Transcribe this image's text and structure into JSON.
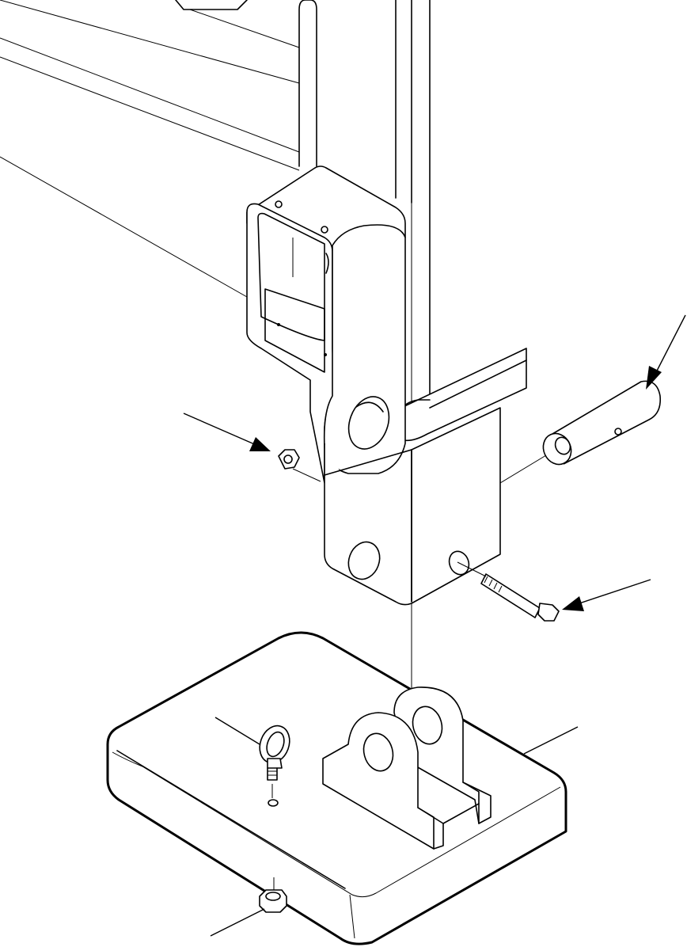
{
  "drawing": {
    "type": "exploded-parts-illustration",
    "background": "#ffffff",
    "line_color": "#000000",
    "parts": [
      {
        "name": "frame-upright"
      },
      {
        "name": "crossbar-tubes"
      },
      {
        "name": "bracket-clamp"
      },
      {
        "name": "lower-socket"
      },
      {
        "name": "pivot-pin"
      },
      {
        "name": "lock-nut"
      },
      {
        "name": "hex-bolt"
      },
      {
        "name": "base-plate"
      },
      {
        "name": "clevis-lugs"
      },
      {
        "name": "eye-bolt"
      },
      {
        "name": "bottom-nut"
      }
    ],
    "callouts": [
      {
        "name": "callout-pin",
        "arrow": true
      },
      {
        "name": "callout-lock-nut",
        "arrow": true
      },
      {
        "name": "callout-hex-bolt",
        "arrow": true
      },
      {
        "name": "callout-base-plate",
        "arrow": false
      },
      {
        "name": "callout-eye-bolt",
        "arrow": false
      },
      {
        "name": "callout-bottom-nut",
        "arrow": false
      }
    ]
  }
}
